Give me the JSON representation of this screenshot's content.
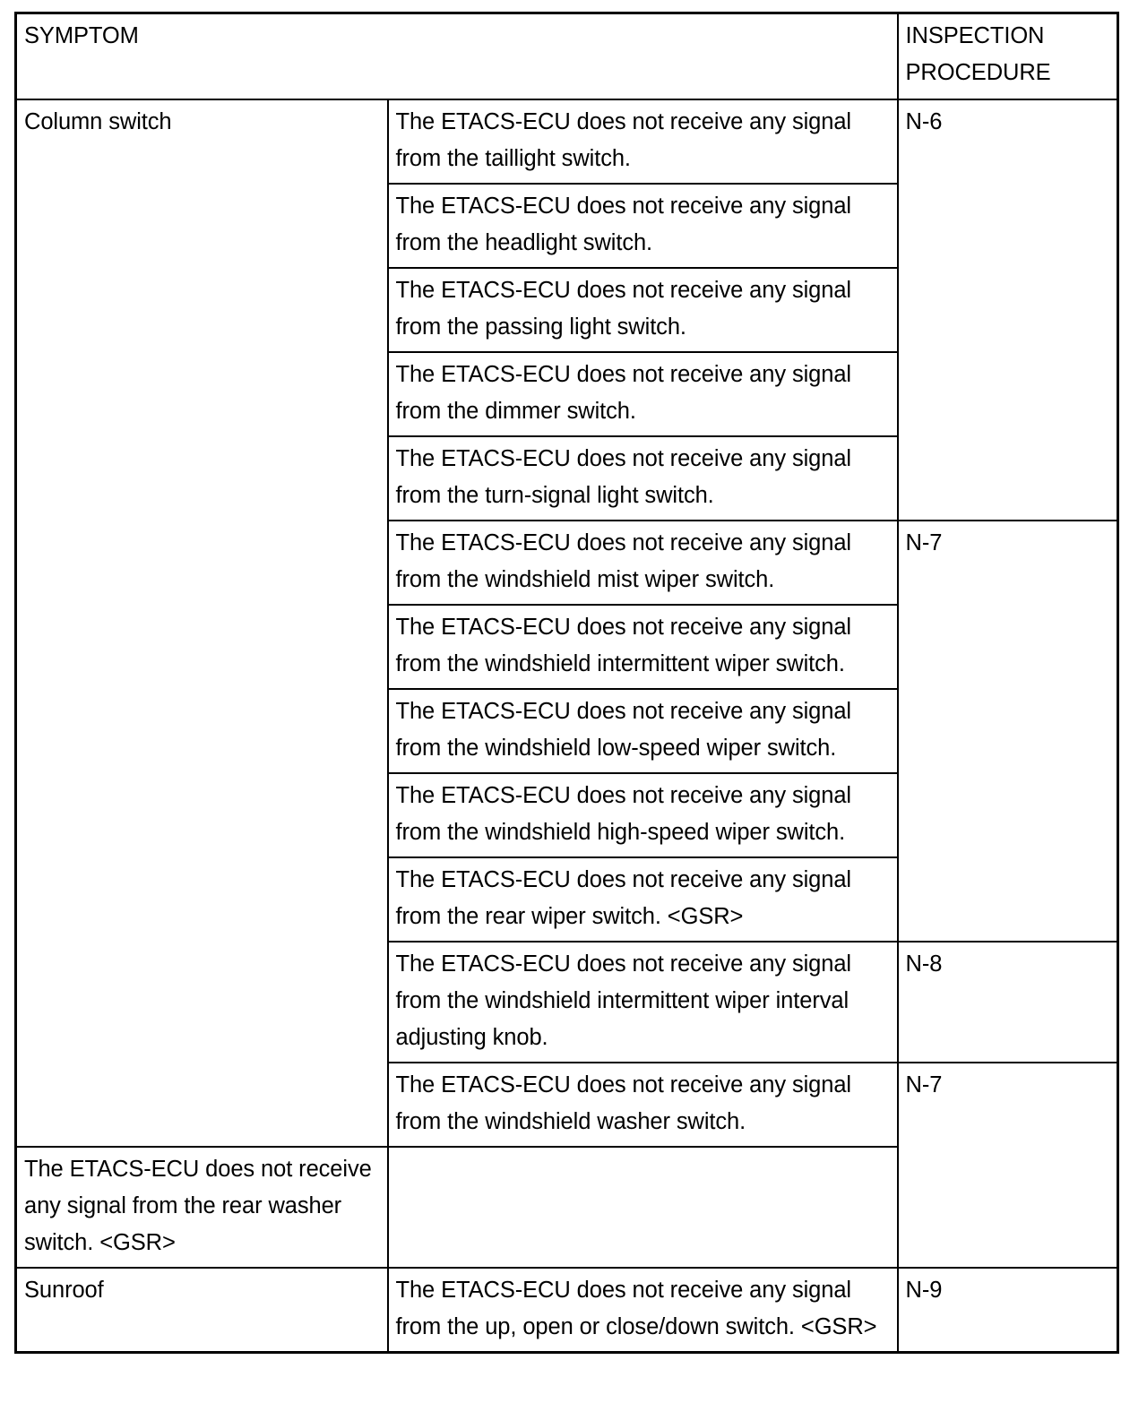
{
  "document": {
    "type": "service-manual-symptom-chart",
    "columns": {
      "symptom": "SYMPTOM",
      "inspection_procedure": "INSPECTION PROCEDURE",
      "inspection_procedure_line1": "INSPECTION",
      "inspection_procedure_line2": "PROCEDURE"
    },
    "rows": [
      {
        "symptom": "Column switch",
        "symptom_rowspan": 12,
        "description": "The ETACS-ECU does not receive any signal from the taillight switch.",
        "procedure": "N-6",
        "procedure_rowspan": 5
      },
      {
        "symptom": null,
        "description": "The ETACS-ECU does not receive any signal from the headlight switch.",
        "procedure": null
      },
      {
        "symptom": null,
        "description": "The ETACS-ECU does not receive any signal from the passing light switch.",
        "procedure": null
      },
      {
        "symptom": null,
        "description": "The ETACS-ECU does not receive any signal from the dimmer switch.",
        "procedure": null
      },
      {
        "symptom": null,
        "description": "The ETACS-ECU does not receive any signal from the turn-signal light switch.",
        "procedure": null
      },
      {
        "symptom": null,
        "description": "The ETACS-ECU does not receive any signal from the windshield mist wiper switch.",
        "procedure": "N-7",
        "procedure_rowspan": 5
      },
      {
        "symptom": null,
        "description": "The ETACS-ECU does not receive any signal from the windshield intermittent wiper switch.",
        "procedure": null
      },
      {
        "symptom": null,
        "description": "The ETACS-ECU does not receive any signal from the windshield low-speed wiper switch.",
        "procedure": null
      },
      {
        "symptom": null,
        "description": "The ETACS-ECU does not receive any signal from the windshield high-speed wiper switch.",
        "procedure": null
      },
      {
        "symptom": null,
        "description": "The ETACS-ECU does not receive any signal from the rear wiper switch. <GSR>",
        "procedure": null
      },
      {
        "symptom": null,
        "description": "The ETACS-ECU does not receive any signal from the windshield intermittent wiper interval adjusting knob.",
        "procedure": "N-8",
        "procedure_rowspan": 1
      },
      {
        "symptom": null,
        "description": "The ETACS-ECU does not receive any signal from the windshield washer switch.",
        "procedure": "N-7",
        "procedure_rowspan": 2
      },
      {
        "symptom": null,
        "description": "The ETACS-ECU does not receive any signal from the rear washer switch. <GSR>",
        "procedure": null
      },
      {
        "symptom": "Sunroof",
        "symptom_rowspan": 1,
        "description": "The ETACS-ECU does not receive any signal from the up, open or close/down switch. <GSR>",
        "procedure": "N-9",
        "procedure_rowspan": 1
      }
    ]
  }
}
